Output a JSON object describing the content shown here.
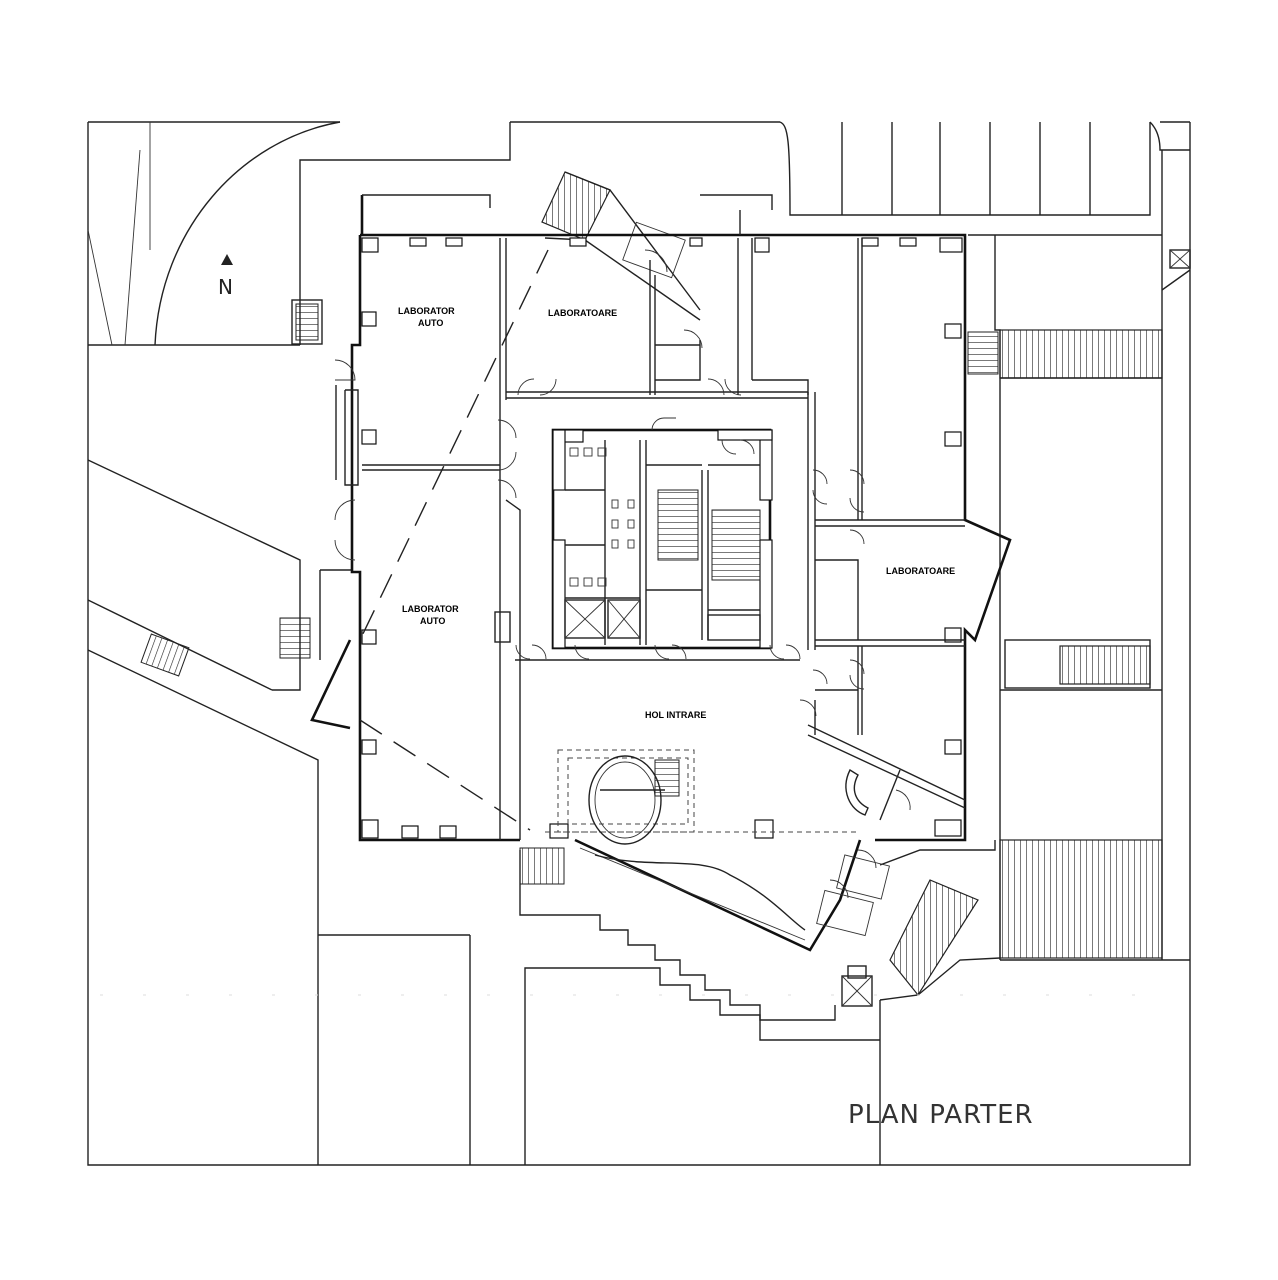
{
  "labels": {
    "north": "N",
    "lab_auto_top_1": "LABORATOR",
    "lab_auto_top_2": "AUTO",
    "labs_top": "LABORATOARE",
    "lab_auto_bottom_1": "LABORATOR",
    "lab_auto_bottom_2": "AUTO",
    "labs_right": "LABORATOARE",
    "hol": "HOL INTRARE"
  },
  "title": "PLAN PARTER",
  "colors": {
    "line": "#222222",
    "background": "#ffffff"
  },
  "icons": [
    "north-arrow-icon"
  ]
}
